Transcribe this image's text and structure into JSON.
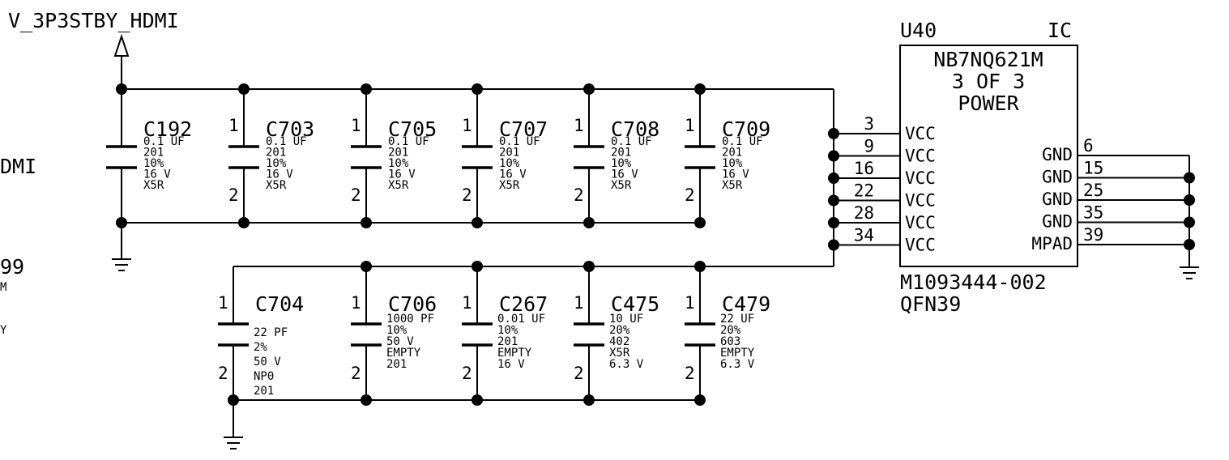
{
  "power_net": "V_3P3STBY_HDMI",
  "edge_texts": [
    "DMI",
    "99",
    "M",
    "Y"
  ],
  "caps_top": [
    {
      "ref": "C192",
      "specs": [
        "0.1 UF",
        "201",
        "10%",
        "16 V",
        "X5R"
      ],
      "pin1": "",
      "pin2": ""
    },
    {
      "ref": "C703",
      "specs": [
        "0.1 UF",
        "201",
        "10%",
        "16 V",
        "X5R"
      ],
      "pin1": "1",
      "pin2": "2"
    },
    {
      "ref": "C705",
      "specs": [
        "0.1 UF",
        "201",
        "10%",
        "16 V",
        "X5R"
      ],
      "pin1": "1",
      "pin2": "2"
    },
    {
      "ref": "C707",
      "specs": [
        "0.1 UF",
        "201",
        "10%",
        "16 V",
        "X5R"
      ],
      "pin1": "1",
      "pin2": "2"
    },
    {
      "ref": "C708",
      "specs": [
        "0.1 UF",
        "201",
        "10%",
        "16 V",
        "X5R"
      ],
      "pin1": "1",
      "pin2": "2"
    },
    {
      "ref": "C709",
      "specs": [
        "0.1 UF",
        "201",
        "10%",
        "16 V",
        "X5R"
      ],
      "pin1": "1",
      "pin2": "2"
    }
  ],
  "caps_bottom": [
    {
      "ref": "C704",
      "specs": [
        "22 PF",
        "2%",
        "50 V",
        "NP0",
        "201"
      ],
      "pin1": "1",
      "pin2": "2"
    },
    {
      "ref": "C706",
      "specs": [
        "1000 PF",
        "10%",
        "50 V",
        "EMPTY",
        "201"
      ],
      "pin1": "1",
      "pin2": "2"
    },
    {
      "ref": "C267",
      "specs": [
        "0.01 UF",
        "10%",
        "201",
        "EMPTY",
        "16 V"
      ],
      "pin1": "1",
      "pin2": "2"
    },
    {
      "ref": "C475",
      "specs": [
        "10 UF",
        "20%",
        "402",
        "X5R",
        "6.3 V"
      ],
      "pin1": "1",
      "pin2": "2"
    },
    {
      "ref": "C479",
      "specs": [
        "22 UF",
        "20%",
        "603",
        "EMPTY",
        "6.3 V"
      ],
      "pin1": "1",
      "pin2": "2"
    }
  ],
  "ic": {
    "ref": "U40",
    "type": "IC",
    "part": "NB7NQ621M",
    "section": "3 OF 3",
    "function": "POWER",
    "partnumber": "M1093444-002",
    "package": "QFN39",
    "left_pins": [
      {
        "num": "3",
        "name": "VCC"
      },
      {
        "num": "9",
        "name": "VCC"
      },
      {
        "num": "16",
        "name": "VCC"
      },
      {
        "num": "22",
        "name": "VCC"
      },
      {
        "num": "28",
        "name": "VCC"
      },
      {
        "num": "34",
        "name": "VCC"
      }
    ],
    "right_pins": [
      {
        "num": "6",
        "name": "GND"
      },
      {
        "num": "15",
        "name": "GND"
      },
      {
        "num": "25",
        "name": "GND"
      },
      {
        "num": "35",
        "name": "GND"
      },
      {
        "num": "39",
        "name": "MPAD"
      }
    ]
  }
}
